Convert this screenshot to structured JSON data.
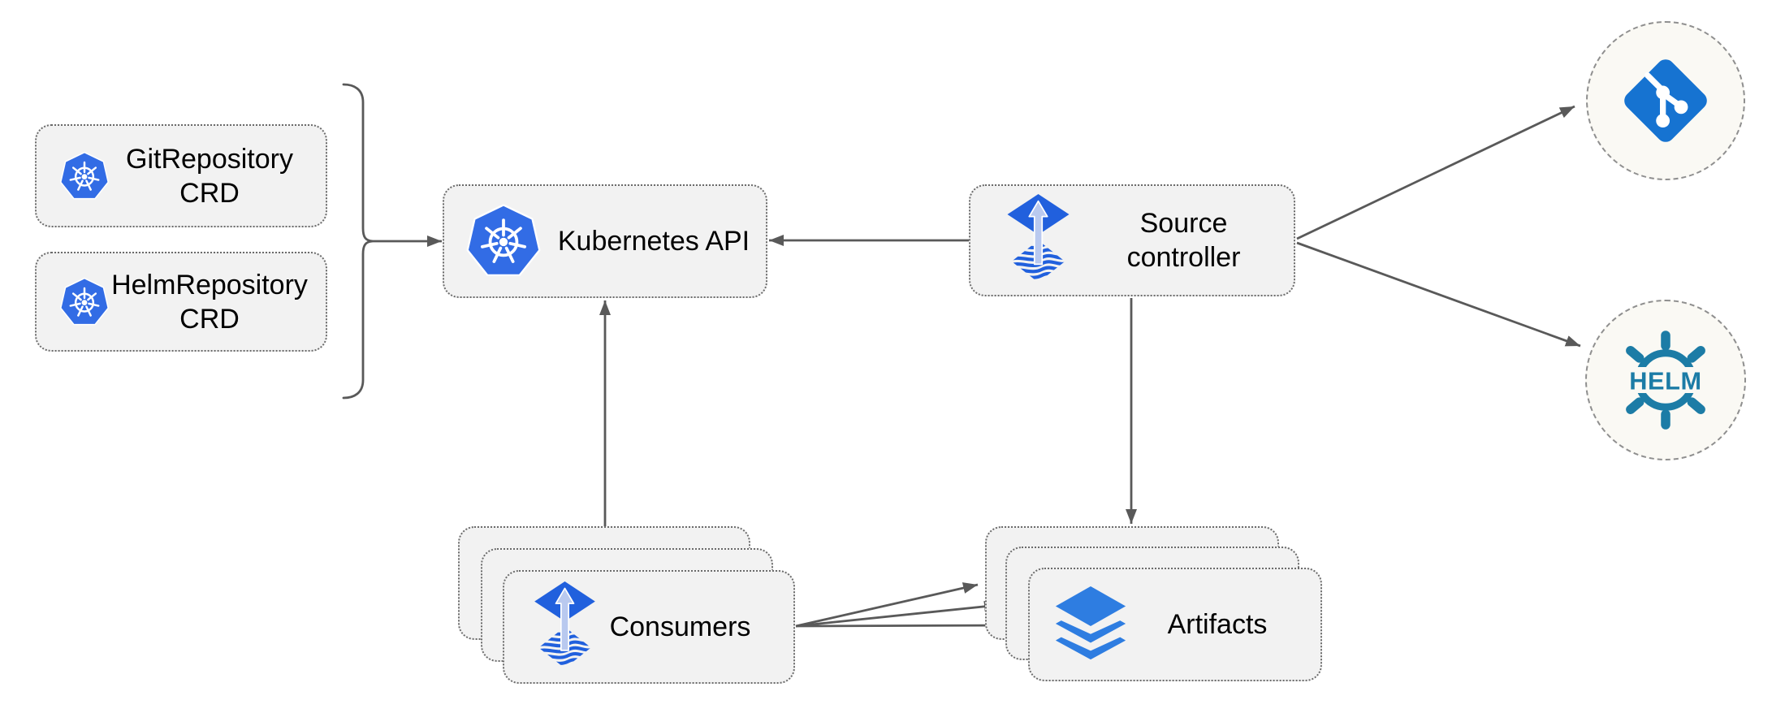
{
  "nodes": {
    "git_repository_crd": {
      "line1": "GitRepository",
      "line2": "CRD",
      "icon": "kubernetes-icon"
    },
    "helm_repository_crd": {
      "line1": "HelmRepository",
      "line2": "CRD",
      "icon": "kubernetes-icon"
    },
    "kubernetes_api": {
      "label": "Kubernetes API",
      "icon": "kubernetes-icon"
    },
    "source_controller": {
      "line1": "Source",
      "line2": "controller",
      "icon": "flux-source-icon"
    },
    "consumers": {
      "label": "Consumers",
      "icon": "flux-source-icon",
      "stacked_copies": 3
    },
    "artifacts": {
      "label": "Artifacts",
      "icon": "layers-icon",
      "stacked_copies": 3
    },
    "git_endpoint": {
      "icon": "git-icon"
    },
    "helm_endpoint": {
      "icon": "helm-icon",
      "logo_text": "HELM"
    }
  },
  "edges": [
    {
      "from": "crd-brace",
      "to": "kubernetes_api"
    },
    {
      "from": "source_controller",
      "to": "kubernetes_api"
    },
    {
      "from": "consumers",
      "to": "kubernetes_api"
    },
    {
      "from": "source_controller",
      "to": "artifacts"
    },
    {
      "from": "consumers",
      "to": "artifacts",
      "count": 3
    },
    {
      "from": "source_controller",
      "to": "git_endpoint"
    },
    {
      "from": "source_controller",
      "to": "helm_endpoint"
    }
  ],
  "colors": {
    "kubernetes_blue": "#326CE5",
    "flux_blue": "#2160DD",
    "flux_arrow_light": "#B9C9EF",
    "git_blue": "#1673D1",
    "helm_teal": "#1C7CA6",
    "layers_blue": "#2E7DE1",
    "node_fill": "#F2F2F2",
    "node_border": "#6B6B6B",
    "circle_fill": "#FAF9F4",
    "circle_border": "#8F8F8F",
    "arrow": "#595959",
    "text": "#000000",
    "canvas": "#FFFFFF"
  }
}
